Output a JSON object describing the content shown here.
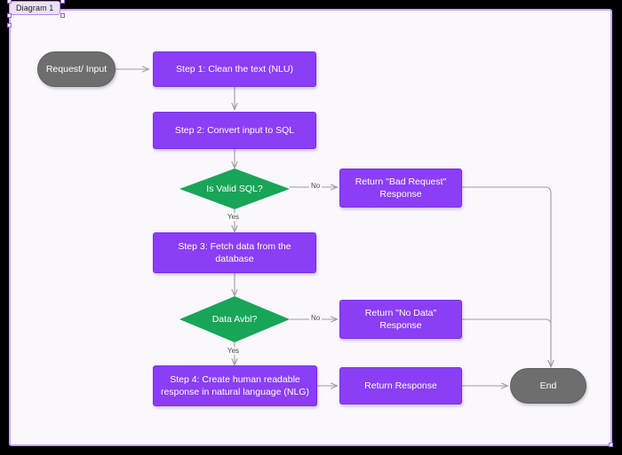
{
  "frame": {
    "tab_label": "Diagram 1",
    "canvas_color": "#faf7fd",
    "border_color": "#c9a8f5",
    "tab_fill": "#ece0fb"
  },
  "palette": {
    "process_fill": "#8b3ef5",
    "process_border": "#7a2ee6",
    "decision_fill": "#18a558",
    "terminator_fill": "#6e6e6e",
    "edge_color": "#9e9e9e",
    "node_text": "#ffffff",
    "label_text": "#4a4a4a"
  },
  "chart_data": {
    "type": "diagram",
    "title": "Diagram 1",
    "subtype": "flowchart",
    "direction": "top-to-bottom",
    "nodes": [
      {
        "id": "start",
        "shape": "terminator",
        "label": "Request/ Input"
      },
      {
        "id": "step1",
        "shape": "process",
        "label": "Step 1: Clean the text (NLU)"
      },
      {
        "id": "step2",
        "shape": "process",
        "label": "Step 2: Convert input to SQL"
      },
      {
        "id": "valid_sql",
        "shape": "decision",
        "label": "Is Valid SQL?"
      },
      {
        "id": "bad_request",
        "shape": "process",
        "label": "Return \"Bad Request\" Response"
      },
      {
        "id": "step3",
        "shape": "process",
        "label": "Step 3: Fetch data from the database"
      },
      {
        "id": "data_avbl",
        "shape": "decision",
        "label": "Data Avbl?"
      },
      {
        "id": "no_data",
        "shape": "process",
        "label": "Return \"No Data\" Response"
      },
      {
        "id": "step4",
        "shape": "process",
        "label": "Step 4: Create human readable response in natural language (NLG)"
      },
      {
        "id": "return_resp",
        "shape": "process",
        "label": "Return Response"
      },
      {
        "id": "end",
        "shape": "terminator",
        "label": "End"
      }
    ],
    "edges": [
      {
        "from": "start",
        "to": "step1",
        "label": ""
      },
      {
        "from": "step1",
        "to": "step2",
        "label": ""
      },
      {
        "from": "step2",
        "to": "valid_sql",
        "label": ""
      },
      {
        "from": "valid_sql",
        "to": "bad_request",
        "label": "No"
      },
      {
        "from": "valid_sql",
        "to": "step3",
        "label": "Yes"
      },
      {
        "from": "step3",
        "to": "data_avbl",
        "label": ""
      },
      {
        "from": "data_avbl",
        "to": "no_data",
        "label": "No"
      },
      {
        "from": "data_avbl",
        "to": "step4",
        "label": "Yes"
      },
      {
        "from": "step4",
        "to": "return_resp",
        "label": ""
      },
      {
        "from": "return_resp",
        "to": "end",
        "label": ""
      },
      {
        "from": "bad_request",
        "to": "end",
        "label": ""
      },
      {
        "from": "no_data",
        "to": "end",
        "label": ""
      }
    ]
  },
  "nodes": {
    "start": {
      "line1": "Request/ Input"
    },
    "step1": {
      "line1": "Step 1: Clean the text (NLU)"
    },
    "step2": {
      "line1": "Step 2: Convert input to SQL"
    },
    "valid_sql": {
      "line1": "Is Valid SQL?"
    },
    "bad_request": {
      "line1": "Return \"Bad Request\"",
      "line2": "Response"
    },
    "step3": {
      "line1": "Step 3: Fetch data from the",
      "line2": "database"
    },
    "data_avbl": {
      "line1": "Data Avbl?"
    },
    "no_data": {
      "line1": "Return \"No Data\"",
      "line2": "Response"
    },
    "step4": {
      "line1": "Step 4: Create human readable",
      "line2": "response in natural language (NLG)"
    },
    "return_resp": {
      "line1": "Return Response"
    },
    "end": {
      "line1": "End"
    }
  },
  "edge_labels": {
    "valid_sql_no": "No",
    "valid_sql_yes": "Yes",
    "data_avbl_no": "No",
    "data_avbl_yes": "Yes"
  }
}
